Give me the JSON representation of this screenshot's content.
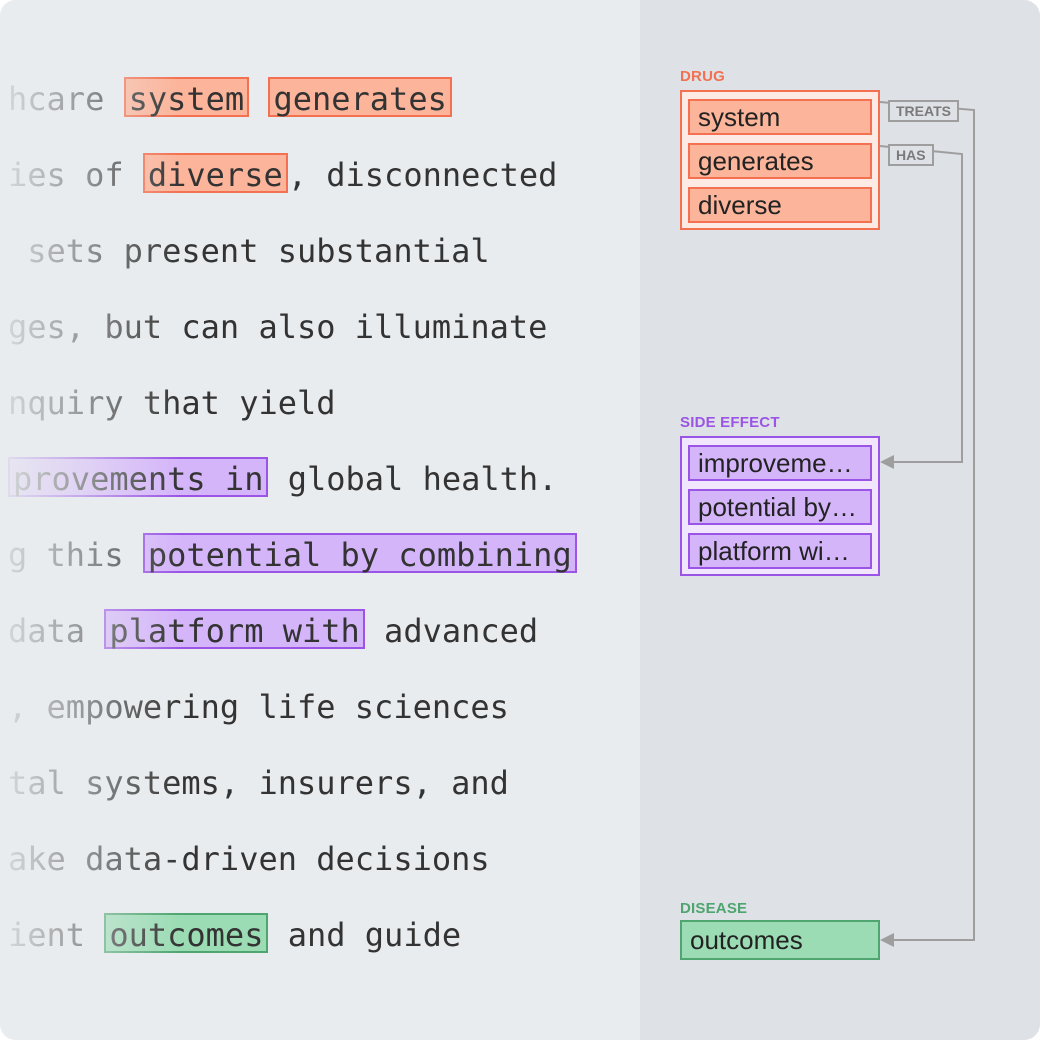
{
  "passage": {
    "lines": [
      [
        {
          "t": "hcare "
        },
        {
          "t": "system",
          "k": "drug"
        },
        {
          "t": " "
        },
        {
          "t": "generates",
          "k": "drug"
        }
      ],
      [
        {
          "t": "ies of "
        },
        {
          "t": "diverse",
          "k": "drug"
        },
        {
          "t": ", disconnected"
        }
      ],
      [
        {
          "t": " sets present substantial"
        }
      ],
      [
        {
          "t": "ges, but can also illuminate"
        }
      ],
      [
        {
          "t": "nquiry that yield"
        }
      ],
      [
        {
          "t": "provements in",
          "k": "side"
        },
        {
          "t": " global health."
        }
      ],
      [
        {
          "t": "g this "
        },
        {
          "t": "potential by combining",
          "k": "side"
        }
      ],
      [
        {
          "t": "data "
        },
        {
          "t": "platform with",
          "k": "side"
        },
        {
          "t": " advanced"
        }
      ],
      [
        {
          "t": ", empowering life sciences"
        }
      ],
      [
        {
          "t": "tal systems, insurers, and"
        }
      ],
      [
        {
          "t": "ake data-driven decisions"
        }
      ],
      [
        {
          "t": "ient "
        },
        {
          "t": "outcomes",
          "k": "disease"
        },
        {
          "t": " and guide"
        }
      ]
    ]
  },
  "groups": {
    "drug": {
      "label": "DRUG",
      "color": "#f37150",
      "items": [
        "system",
        "generates",
        "diverse"
      ]
    },
    "side_effect": {
      "label": "SIDE EFFECT",
      "color": "#9a55e6",
      "items": [
        "improveme…",
        "potential by…",
        "platform wi…"
      ]
    },
    "disease": {
      "label": "DISEASE",
      "color": "#4ea56f",
      "items": [
        "outcomes"
      ]
    }
  },
  "relations": [
    {
      "label": "TREATS",
      "from": "drug",
      "to": "disease"
    },
    {
      "label": "HAS",
      "from": "drug",
      "to": "side_effect"
    }
  ]
}
